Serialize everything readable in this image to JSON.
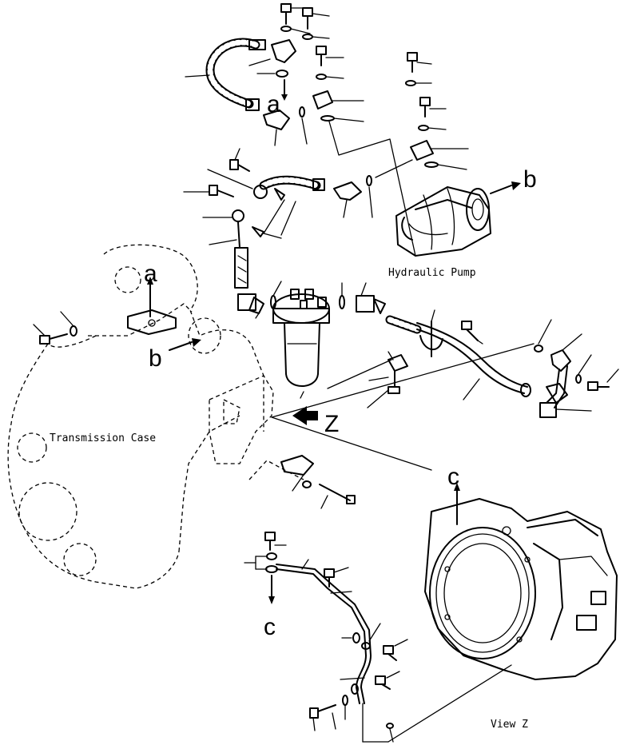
{
  "labels": {
    "hydraulic_pump": "Hydraulic Pump",
    "transmission_case": "Transmission Case",
    "view_z": "View Z"
  },
  "callouts": {
    "a_top": "a",
    "a_left": "a",
    "b_right": "b",
    "b_left": "b",
    "c_bottom": "c",
    "c_right": "c",
    "z_arrow": "Z"
  }
}
